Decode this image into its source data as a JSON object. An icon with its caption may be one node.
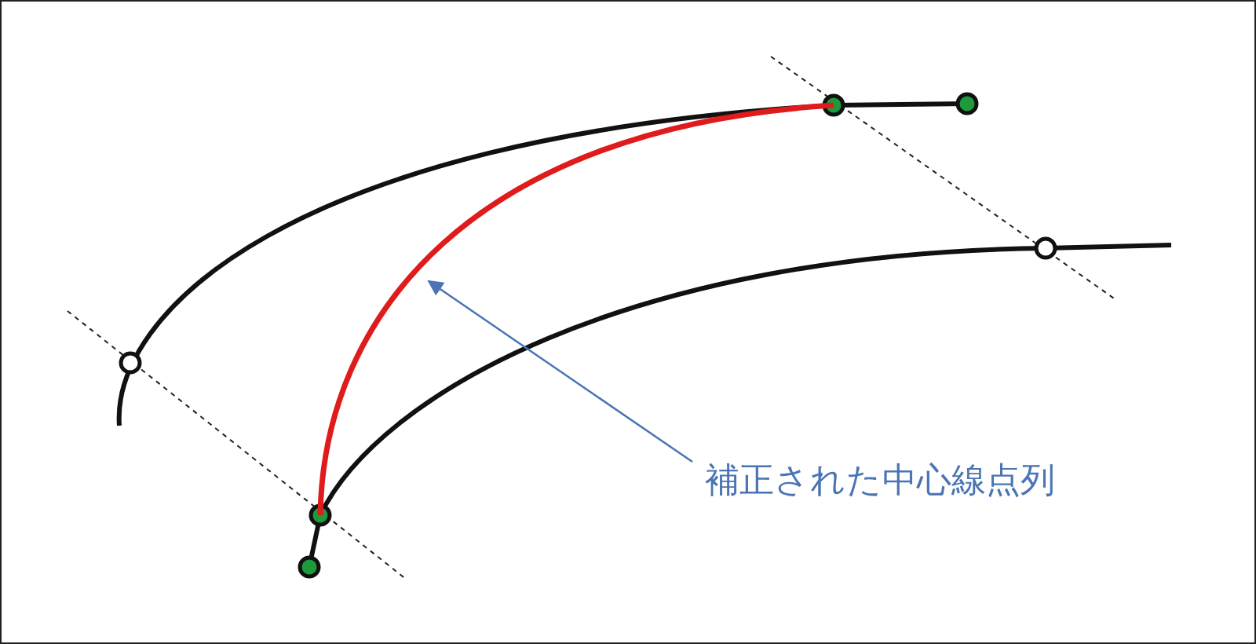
{
  "diagram": {
    "nodes": [
      {
        "text": [
          "補正された中心線点列"
        ]
      },
      {
        "text": [],
        "shape": "curve"
      }
    ],
    "edges": [
      {
        "from": 0,
        "to": 1,
        "arrow": "to"
      }
    ]
  }
}
